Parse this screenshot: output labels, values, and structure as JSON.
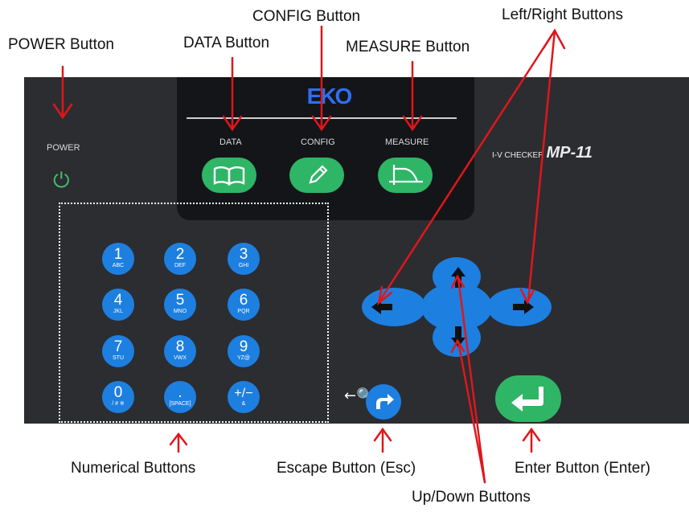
{
  "callouts": {
    "power": "POWER Button",
    "data": "DATA Button",
    "config": "CONFIG Button",
    "measure": "MEASURE Button",
    "left_right": "Left/Right Buttons",
    "numerical": "Numerical Buttons",
    "escape": "Escape Button (Esc)",
    "up_down": "Up/Down Buttons",
    "enter": "Enter Button (Enter)"
  },
  "panel": {
    "logo": "EKO",
    "power_label": "POWER",
    "data_label": "DATA",
    "config_label": "CONFIG",
    "measure_label": "MEASURE",
    "brand_small": "I-V CHECKER",
    "brand_model": "MP-11",
    "zoom_hint": "←🔍"
  },
  "keypad": [
    {
      "digit": "1",
      "letters": "ABC"
    },
    {
      "digit": "2",
      "letters": "DEF"
    },
    {
      "digit": "3",
      "letters": "GHI"
    },
    {
      "digit": "4",
      "letters": "JKL"
    },
    {
      "digit": "5",
      "letters": "MNO"
    },
    {
      "digit": "6",
      "letters": "PQR"
    },
    {
      "digit": "7",
      "letters": "STU"
    },
    {
      "digit": "8",
      "letters": "VWX"
    },
    {
      "digit": "9",
      "letters": "YZ@"
    },
    {
      "digit": "0",
      "letters": "/ # ※"
    },
    {
      "digit": ".",
      "letters": "[SPACE]"
    },
    {
      "digit": "+/−",
      "letters": "&"
    }
  ],
  "colors": {
    "panel": "#2b2d31",
    "blue_button": "#1d7fe0",
    "green_button": "#2fb566",
    "arrow": "#e0161b"
  }
}
